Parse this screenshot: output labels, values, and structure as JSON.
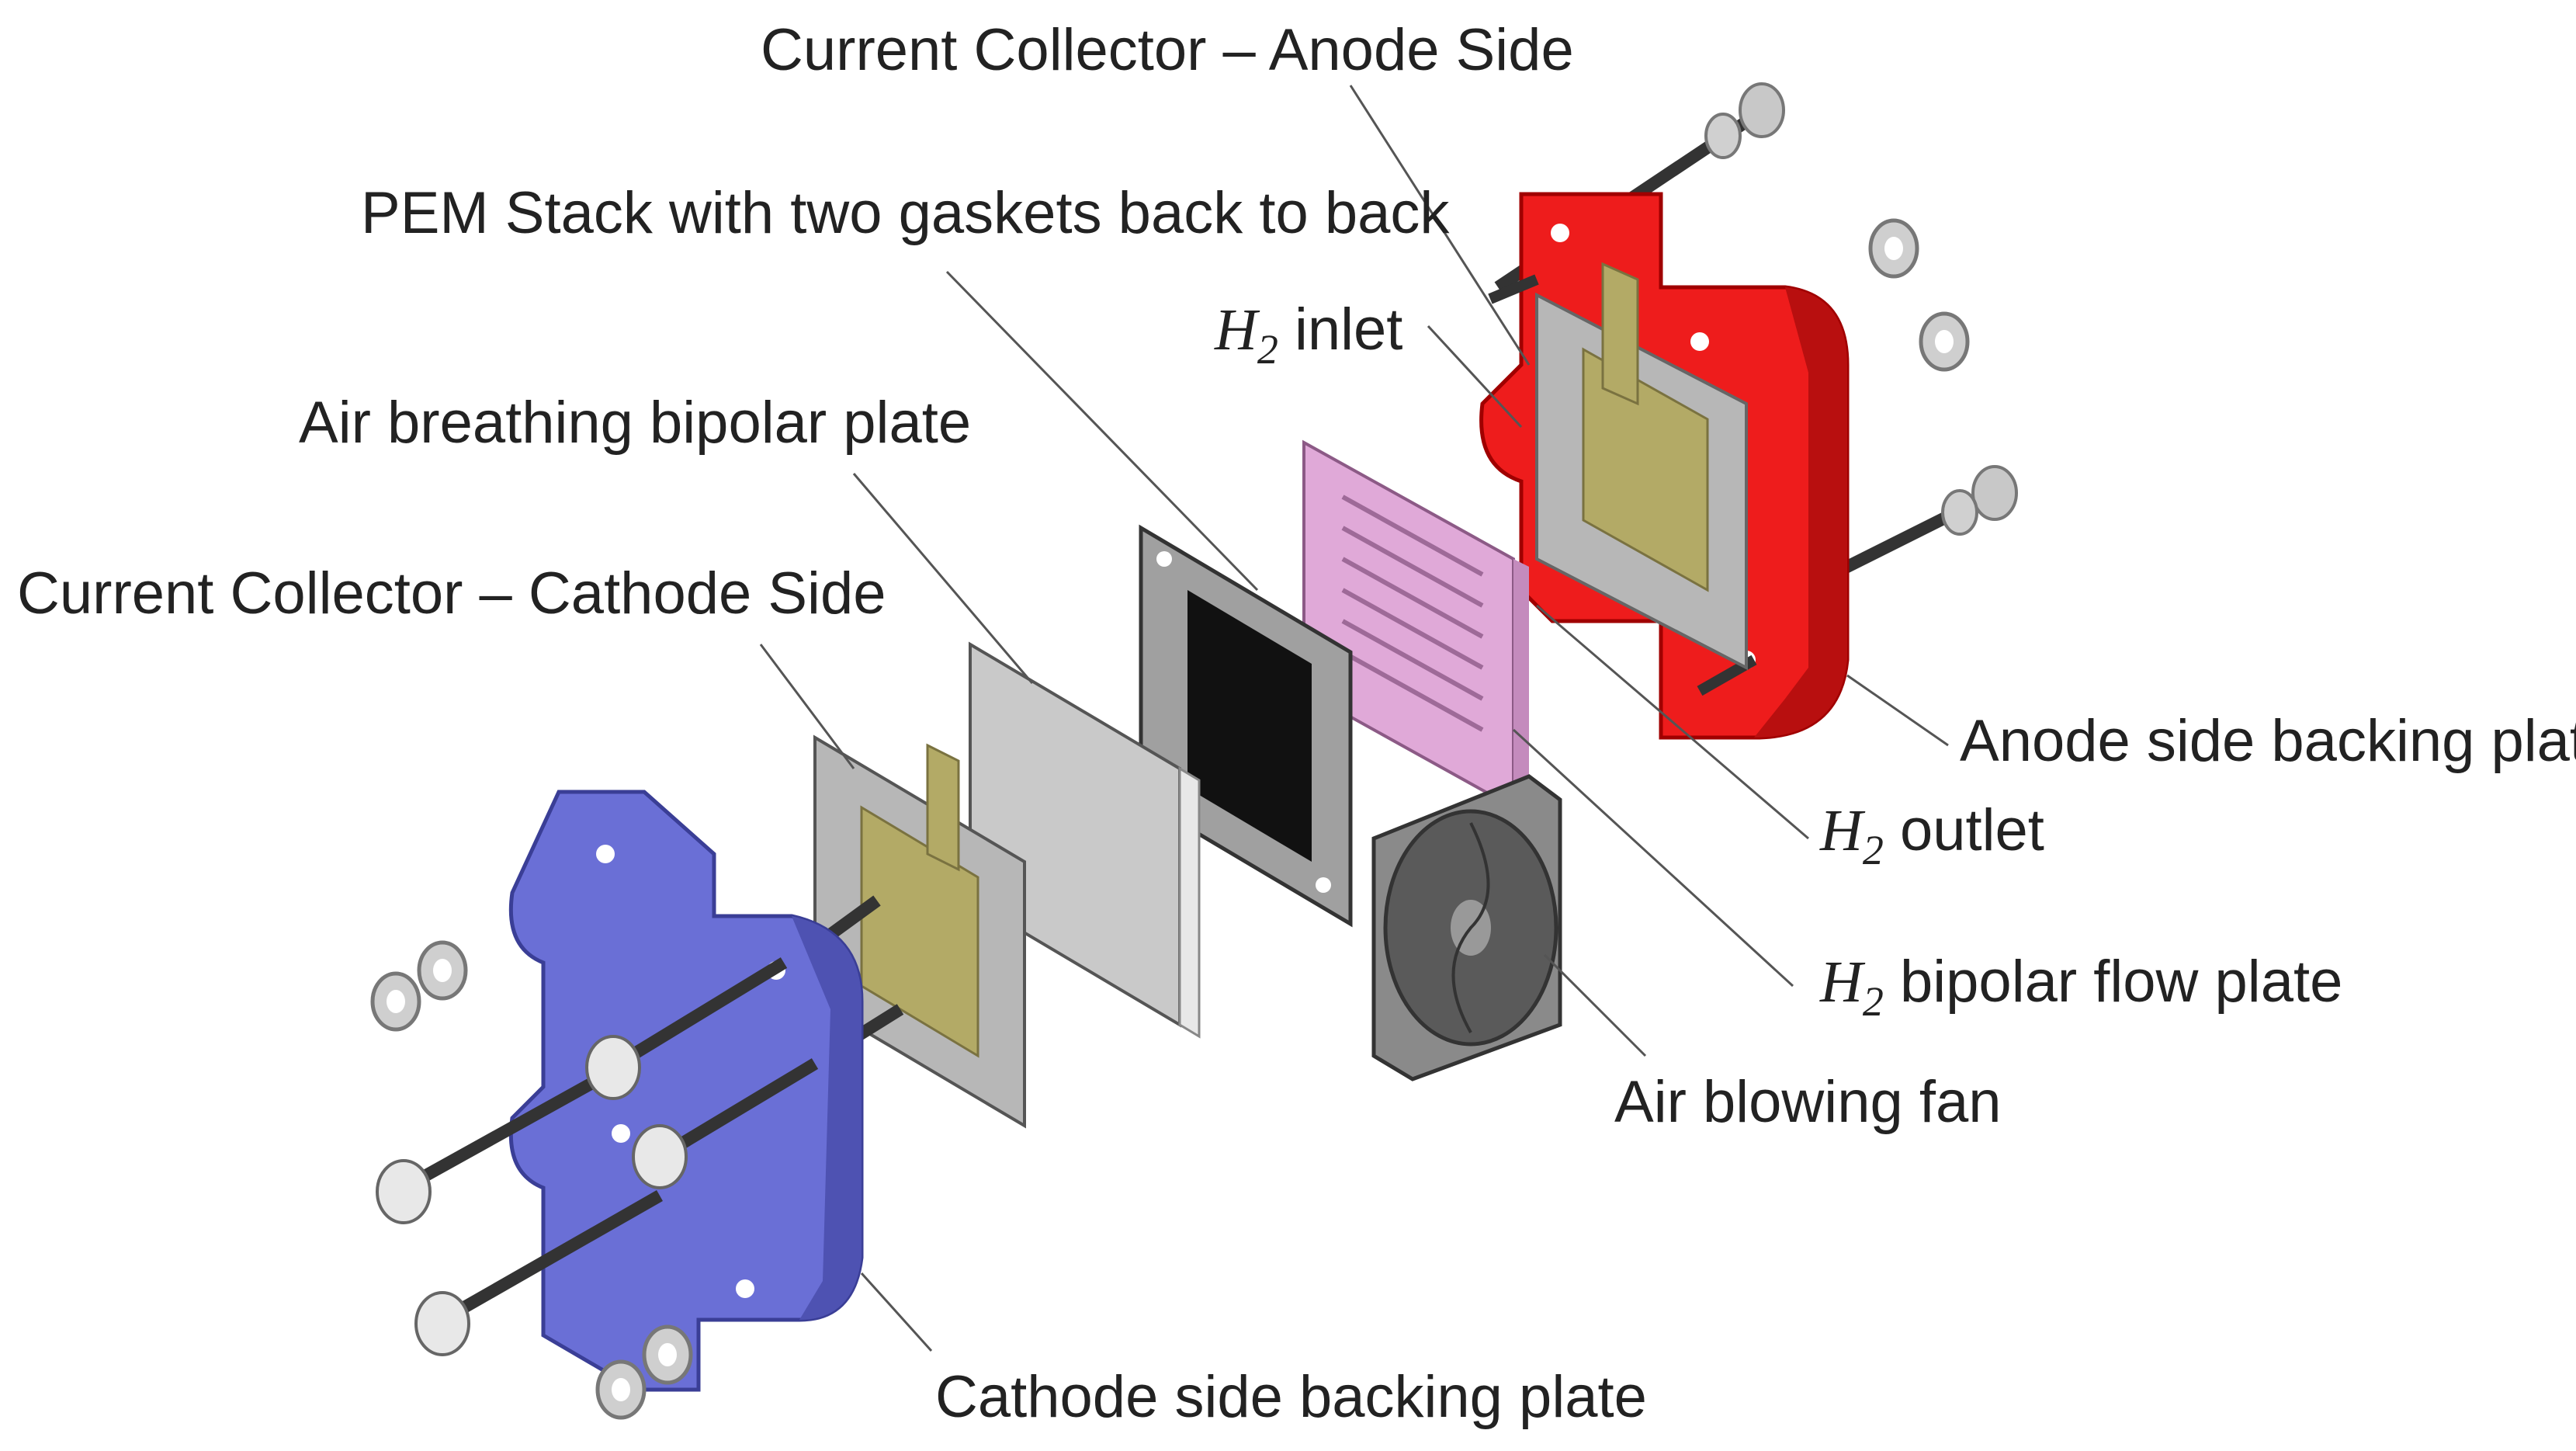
{
  "labels": {
    "current_collector_anode": "Current Collector – Anode Side",
    "pem_stack": "PEM Stack with two gaskets back to back",
    "h2_inlet_sym": "H",
    "h2_inlet_sub": "2",
    "h2_inlet_text": " inlet",
    "air_breathing_bipolar": "Air breathing bipolar plate",
    "current_collector_cathode": "Current Collector – Cathode Side",
    "anode_backing": "Anode side backing plate",
    "h2_outlet_sym": "H",
    "h2_outlet_sub": "2",
    "h2_outlet_text": " outlet",
    "h2_bipolar_sym": "H",
    "h2_bipolar_sub": "2",
    "h2_bipolar_text": " bipolar flow plate",
    "air_fan": "Air blowing fan",
    "cathode_backing": "Cathode side backing plate"
  },
  "colors": {
    "anode_plate": "#ee1c1c",
    "cathode_plate": "#6a6fd6",
    "collector": "#b7b7b7",
    "collector_tab": "#b3aa66",
    "h2_flow_plate": "#e0a9d8",
    "pem_frame": "#a0a0a0",
    "pem_core": "#111111",
    "air_plate": "#c9c9c9",
    "fan": "#6a6a6a"
  }
}
